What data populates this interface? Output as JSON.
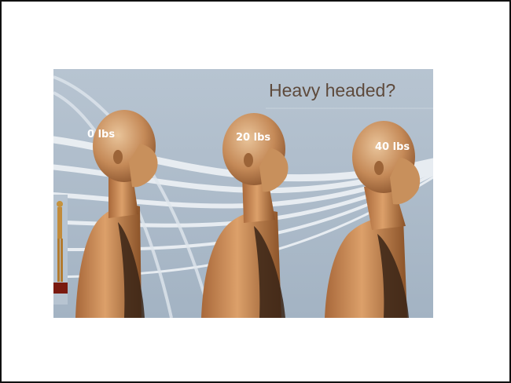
{
  "slide": {
    "title": "Heavy headed?",
    "figures": [
      {
        "weight_label": "0 lbs"
      },
      {
        "weight_label": "20 lbs"
      },
      {
        "weight_label": "40 lbs"
      }
    ]
  }
}
